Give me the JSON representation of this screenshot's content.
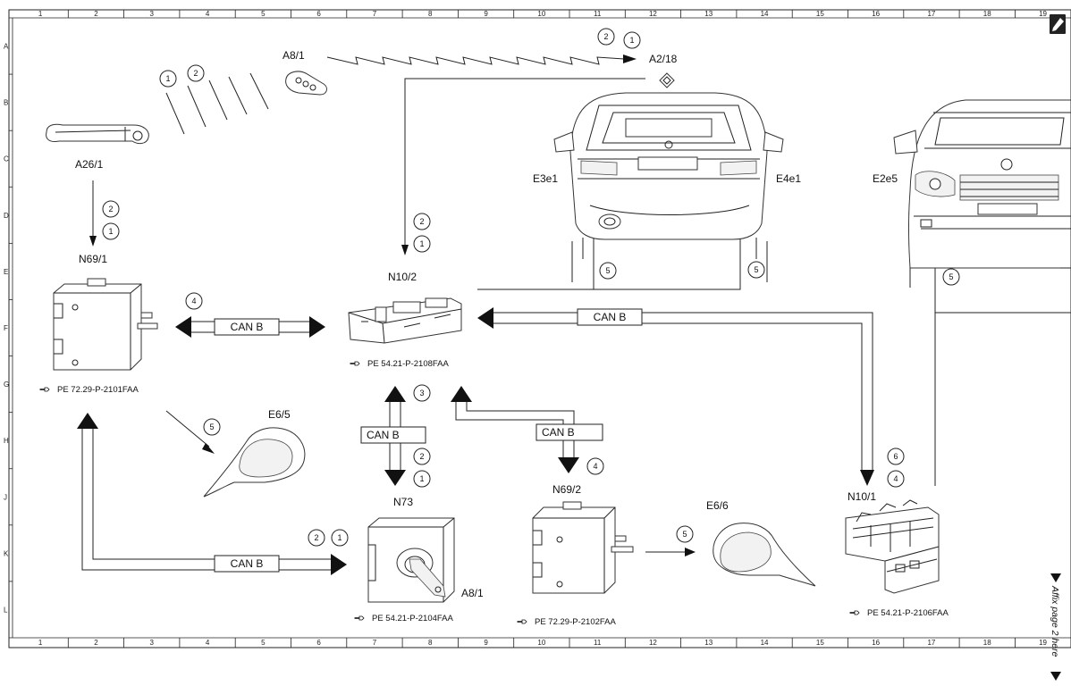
{
  "grid": {
    "columns": [
      "1",
      "2",
      "3",
      "4",
      "5",
      "6",
      "7",
      "8",
      "9",
      "10",
      "11",
      "12",
      "13",
      "14",
      "15",
      "16",
      "17",
      "18",
      "19"
    ],
    "rows": [
      "A",
      "B",
      "C",
      "D",
      "E",
      "F",
      "G",
      "H",
      "J",
      "K",
      "L"
    ]
  },
  "components": {
    "a26_1": "A26/1",
    "a8_1_key": "A8/1",
    "a2_18": "A2/18",
    "e3e1": "E3e1",
    "e4e1": "E4e1",
    "e2e5": "E2e5",
    "n69_1": "N69/1",
    "n10_2": "N10/2",
    "e6_5": "E6/5",
    "n73": "N73",
    "a8_1_lock": "A8/1",
    "n69_2": "N69/2",
    "e6_6": "E6/6",
    "n10_1": "N10/1"
  },
  "refs": {
    "n69_1": "PE 72.29-P-2101FAA",
    "n10_2": "PE 54.21-P-2108FAA",
    "n73": "PE 54.21-P-2104FAA",
    "n69_2": "PE 72.29-P-2102FAA",
    "n10_1": "PE 54.21-P-2106FAA"
  },
  "bus_label": "CAN B",
  "steps": {
    "s1": "1",
    "s2": "2",
    "s3": "3",
    "s4": "4",
    "s5": "5",
    "s6": "6"
  },
  "side_note": "Affix page 2 here"
}
